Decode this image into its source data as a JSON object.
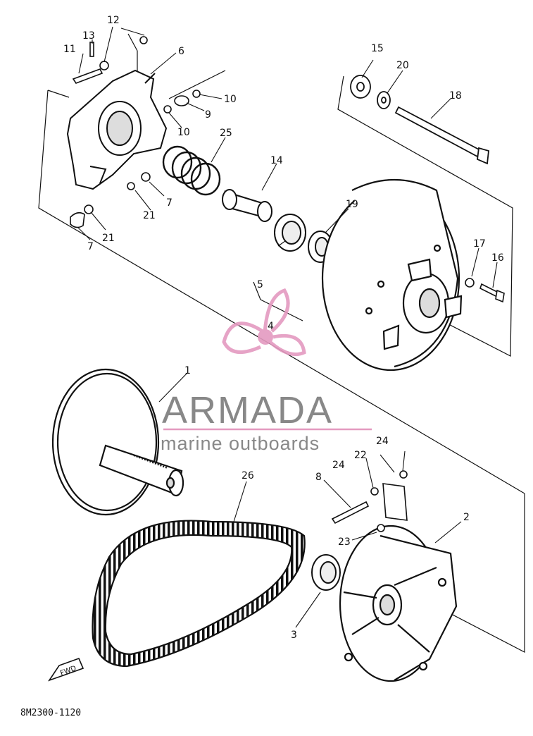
{
  "parts": [
    {
      "key": "p1",
      "label": "1"
    },
    {
      "key": "p2",
      "label": "2"
    },
    {
      "key": "p3",
      "label": "3"
    },
    {
      "key": "p4",
      "label": "4"
    },
    {
      "key": "p5",
      "label": "5"
    },
    {
      "key": "p6",
      "label": "6"
    },
    {
      "key": "p7a",
      "label": "7"
    },
    {
      "key": "p7b",
      "label": "7"
    },
    {
      "key": "p8",
      "label": "8"
    },
    {
      "key": "p9",
      "label": "9"
    },
    {
      "key": "p10a",
      "label": "10"
    },
    {
      "key": "p10b",
      "label": "10"
    },
    {
      "key": "p11",
      "label": "11"
    },
    {
      "key": "p12",
      "label": "12"
    },
    {
      "key": "p13",
      "label": "13"
    },
    {
      "key": "p14",
      "label": "14"
    },
    {
      "key": "p15",
      "label": "15"
    },
    {
      "key": "p16",
      "label": "16"
    },
    {
      "key": "p17",
      "label": "17"
    },
    {
      "key": "p18",
      "label": "18"
    },
    {
      "key": "p19",
      "label": "19"
    },
    {
      "key": "p20",
      "label": "20"
    },
    {
      "key": "p21a",
      "label": "21"
    },
    {
      "key": "p21b",
      "label": "21"
    },
    {
      "key": "p22",
      "label": "22"
    },
    {
      "key": "p23",
      "label": "23"
    },
    {
      "key": "p24a",
      "label": "24"
    },
    {
      "key": "p24b",
      "label": "24"
    },
    {
      "key": "p25",
      "label": "25"
    },
    {
      "key": "p26",
      "label": "26"
    }
  ],
  "watermark": {
    "brand": "ARMADA",
    "tagline": "marine outboards",
    "brand_color": "#6e6e6e",
    "accent_color": "#e49ac0"
  },
  "direction_tag": "FWD",
  "diagram_code": "8M2300-1120"
}
